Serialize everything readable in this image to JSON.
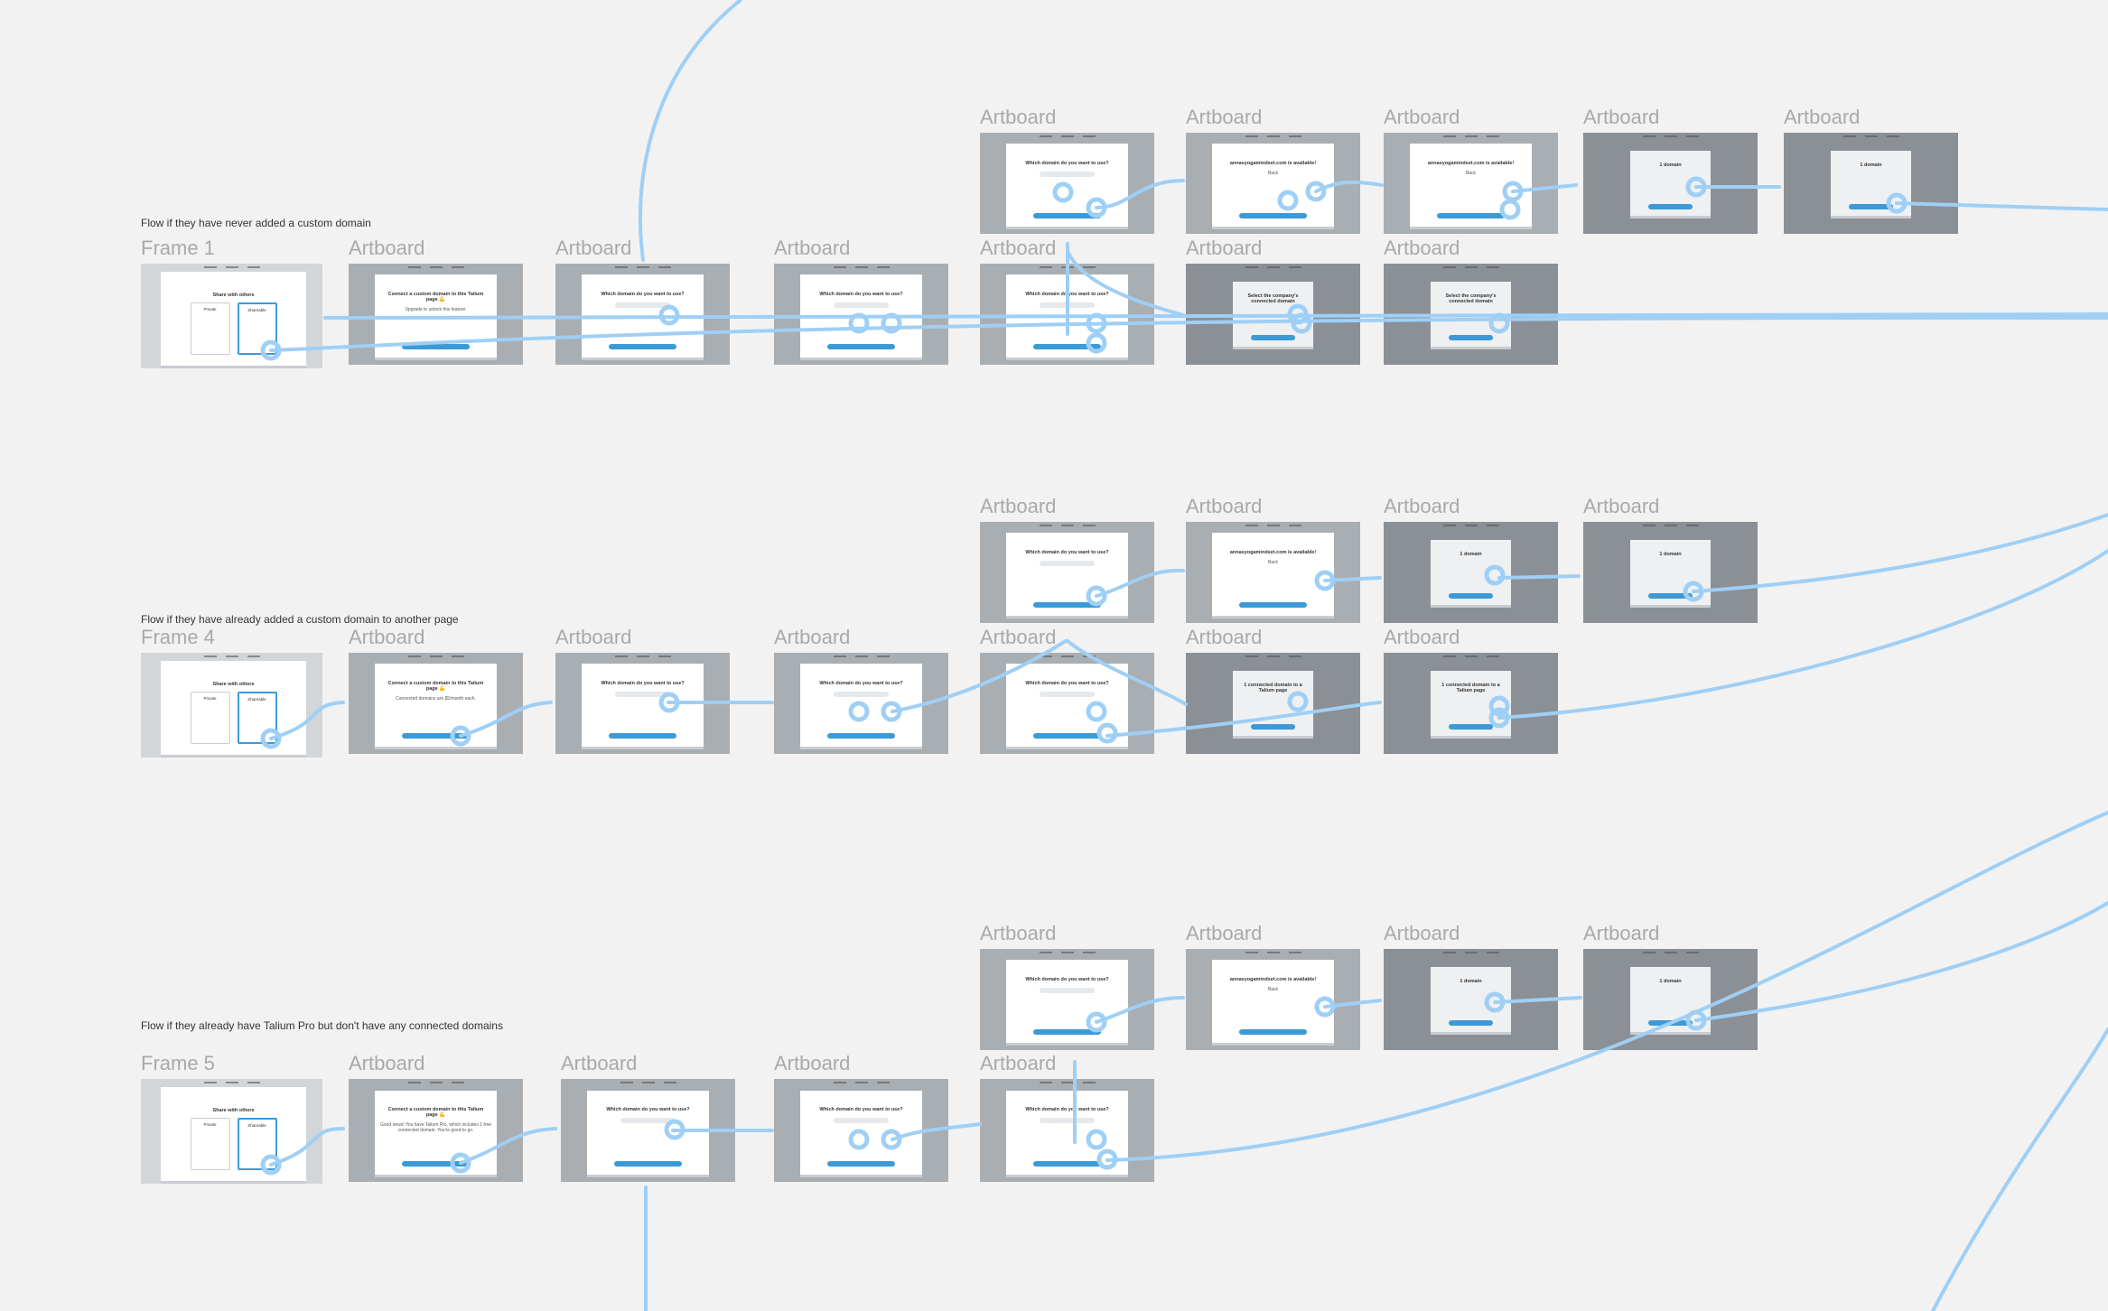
{
  "flows": [
    {
      "label": "Flow if they have never added a custom domain"
    },
    {
      "label": "Flow if they have already added a custom domain to another page"
    },
    {
      "label": "Flow if they already have Talium Pro but don't have any connected domains"
    }
  ],
  "boards": [
    {
      "title": "Frame 1",
      "type": "frame",
      "h": "Share with others",
      "s": "",
      "cards": [
        "Private",
        "Shareable"
      ]
    },
    {
      "title": "Artboard",
      "type": "plain",
      "h": "Connect a custom domain to this Talium page 💪",
      "s": "Upgrade to unlock this feature:"
    },
    {
      "title": "Artboard",
      "type": "plain",
      "h": "Which domain do you want to use?",
      "s": ""
    },
    {
      "title": "Artboard",
      "type": "plain",
      "h": "Which domain do you want to use?",
      "s": ""
    },
    {
      "title": "Artboard",
      "type": "plain",
      "h": "Which domain do you want to use?",
      "s": ""
    },
    {
      "title": "Artboard",
      "type": "dark",
      "h": "Select the company's connected domain",
      "s": ""
    },
    {
      "title": "Artboard",
      "type": "dark",
      "h": "Select the company's connected domain",
      "s": ""
    },
    {
      "title": "Artboard",
      "type": "plain",
      "h": "Which domain do you want to use?",
      "s": ""
    },
    {
      "title": "Artboard",
      "type": "plain",
      "h": "annasyogamindset.com is available!",
      "s": "Back"
    },
    {
      "title": "Artboard",
      "type": "plain",
      "h": "annasyogamindset.com is available!",
      "s": "Back"
    },
    {
      "title": "Artboard",
      "type": "dark",
      "h": "1 domain",
      "s": ""
    },
    {
      "title": "Artboard",
      "type": "dark",
      "h": "1 domain",
      "s": ""
    },
    {
      "title": "Frame 4",
      "type": "frame",
      "h": "Share with others",
      "s": "",
      "cards": [
        "Private",
        "Shareable"
      ]
    },
    {
      "title": "Artboard",
      "type": "plain",
      "h": "Connect a custom domain to this Talium page 💪",
      "s": "Connected domains are $5/month each."
    },
    {
      "title": "Artboard",
      "type": "plain",
      "h": "Which domain do you want to use?",
      "s": ""
    },
    {
      "title": "Artboard",
      "type": "plain",
      "h": "Which domain do you want to use?",
      "s": ""
    },
    {
      "title": "Artboard",
      "type": "plain",
      "h": "Which domain do you want to use?",
      "s": ""
    },
    {
      "title": "Artboard",
      "type": "dark",
      "h": "1 connected domain to a Talium page",
      "s": ""
    },
    {
      "title": "Artboard",
      "type": "dark",
      "h": "1 connected domain to a Talium page",
      "s": ""
    },
    {
      "title": "Artboard",
      "type": "plain",
      "h": "Which domain do you want to use?",
      "s": ""
    },
    {
      "title": "Artboard",
      "type": "plain",
      "h": "annasyogamindset.com is available!",
      "s": "Back"
    },
    {
      "title": "Artboard",
      "type": "dark",
      "h": "1 domain",
      "s": ""
    },
    {
      "title": "Artboard",
      "type": "dark",
      "h": "1 domain",
      "s": ""
    },
    {
      "title": "Frame 5",
      "type": "frame",
      "h": "Share with others",
      "s": "",
      "cards": [
        "Private",
        "Shareable"
      ]
    },
    {
      "title": "Artboard",
      "type": "plain",
      "h": "Connect a custom domain to this Talium page 💪",
      "s": "Good news! You have Talium Pro, which includes 1 free connected domain. You're good to go."
    },
    {
      "title": "Artboard",
      "type": "plain",
      "h": "Which domain do you want to use?",
      "s": ""
    },
    {
      "title": "Artboard",
      "type": "plain",
      "h": "Which domain do you want to use?",
      "s": ""
    },
    {
      "title": "Artboard",
      "type": "plain",
      "h": "Which domain do you want to use?",
      "s": ""
    },
    {
      "title": "Artboard",
      "type": "plain",
      "h": "Which domain do you want to use?",
      "s": ""
    },
    {
      "title": "Artboard",
      "type": "plain",
      "h": "annasyogamindset.com is available!",
      "s": "Back"
    },
    {
      "title": "Artboard",
      "type": "dark",
      "h": "1 domain",
      "s": ""
    },
    {
      "title": "Artboard",
      "type": "dark",
      "h": "1 domain",
      "s": ""
    }
  ],
  "colors": {
    "canvas": "#f2f2f2",
    "link": "#9fcff5",
    "accent": "#3c9ad6"
  }
}
